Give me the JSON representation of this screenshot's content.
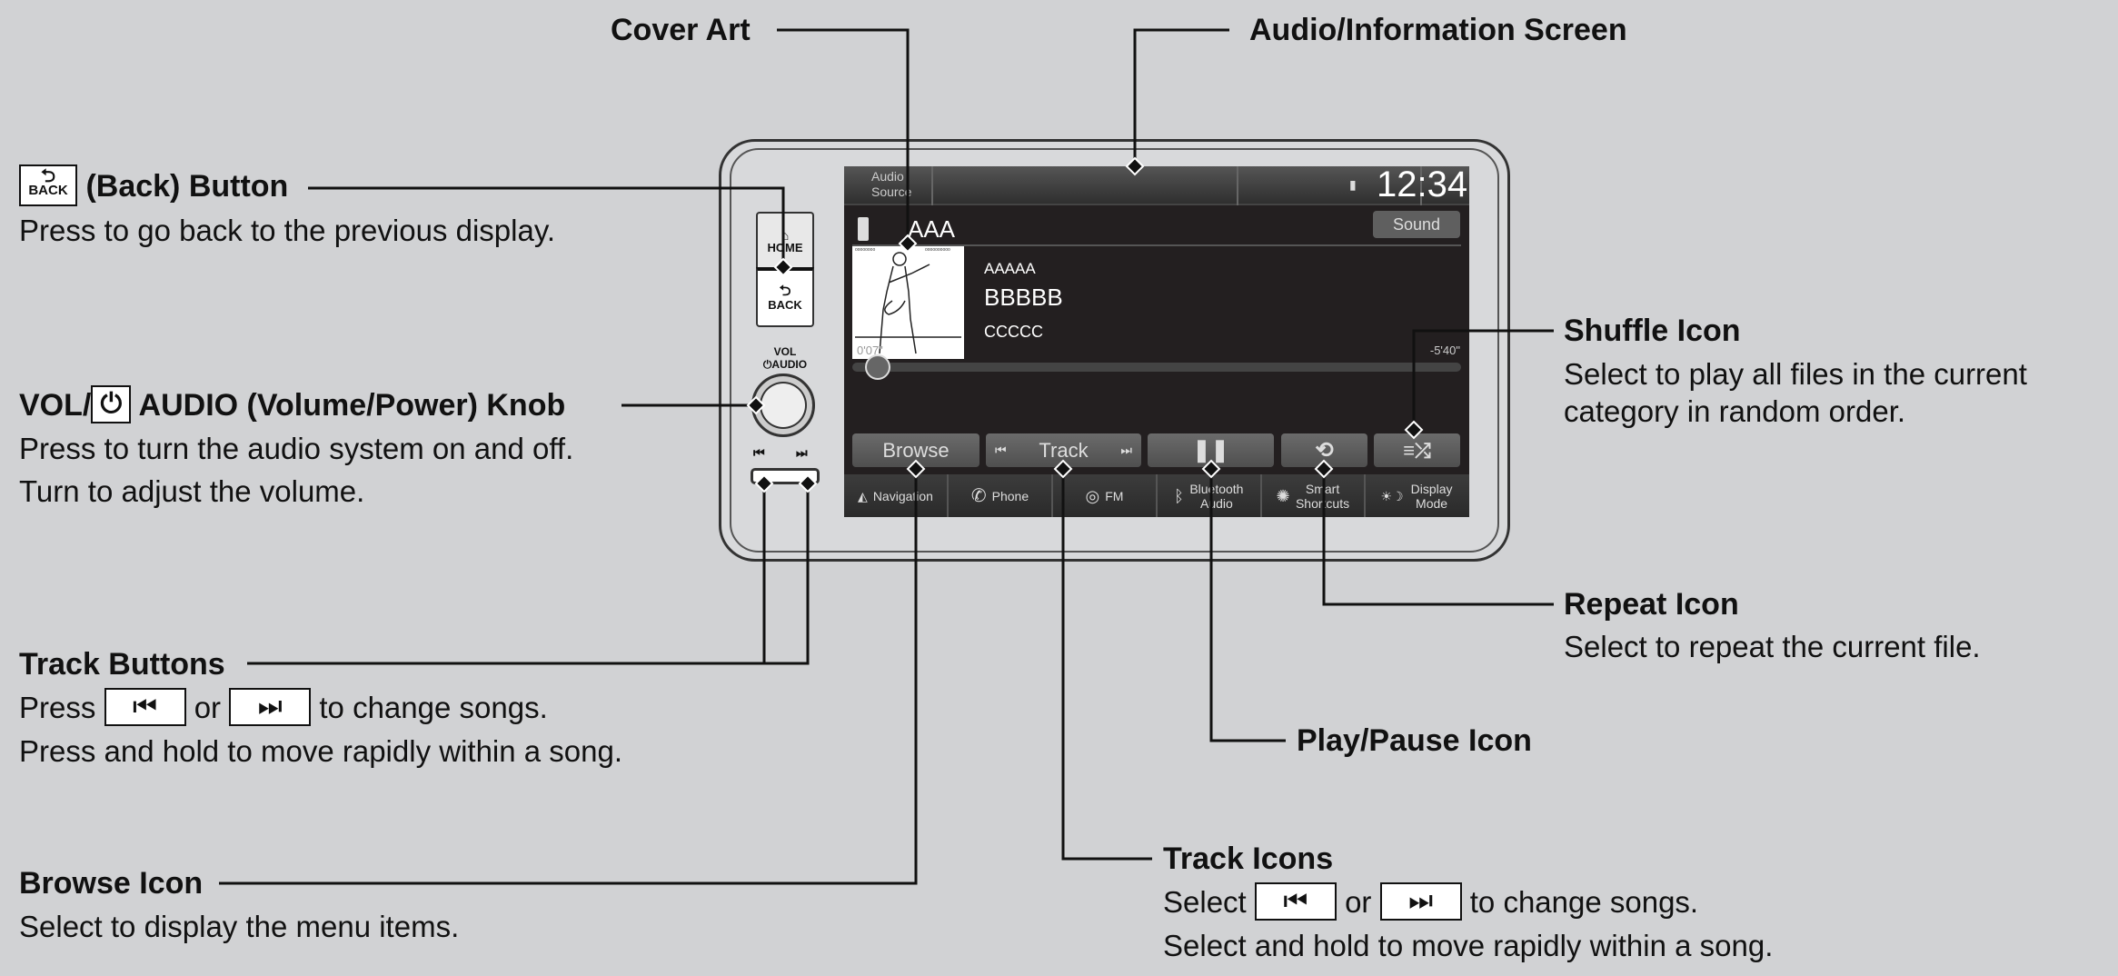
{
  "callouts": {
    "cover_art": {
      "title": "Cover Art"
    },
    "audio_screen": {
      "title": "Audio/Information Screen"
    },
    "back": {
      "title": "(Back) Button",
      "desc": "Press to go back to the previous display."
    },
    "vol": {
      "title_pre": "VOL/",
      "title_post": "AUDIO (Volume/Power) Knob",
      "desc1": "Press to turn the audio system on and off.",
      "desc2": "Turn to adjust the volume."
    },
    "track_buttons": {
      "title": "Track Buttons",
      "desc1_pre": "Press",
      "desc1_mid": "or",
      "desc1_post": "to change songs.",
      "desc2": "Press and hold to move rapidly within a song."
    },
    "browse": {
      "title": "Browse Icon",
      "desc": "Select to display the menu items."
    },
    "shuffle": {
      "title": "Shuffle Icon",
      "desc1": "Select to play all files in the current",
      "desc2": "category in random order."
    },
    "repeat": {
      "title": "Repeat Icon",
      "desc": "Select to repeat the current file."
    },
    "play_pause": {
      "title": "Play/Pause Icon"
    },
    "track_icons": {
      "title": "Track Icons",
      "desc1_pre": "Select",
      "desc1_mid": "or",
      "desc1_post": "to change songs.",
      "desc2": "Select and hold to move rapidly within a song."
    }
  },
  "unit": {
    "home": "HOME",
    "back": "BACK",
    "vol": "VOL",
    "audio": "AUDIO",
    "back_icon_label": "BACK"
  },
  "screen": {
    "audio_source": "Audio Source",
    "clock": "12:34",
    "source_name": "AAA",
    "sound": "Sound",
    "album": "AAAAA",
    "title": "BBBBB",
    "artist": "CCCCC",
    "elapsed": "0'07\"",
    "remaining": "-5'40\"",
    "progress": 0.02,
    "browse": "Browse",
    "track": "Track",
    "nav": [
      "Navigation",
      "Phone",
      "FM",
      "Bluetooth Audio",
      "Smart Shortcuts",
      "Display Mode"
    ]
  }
}
